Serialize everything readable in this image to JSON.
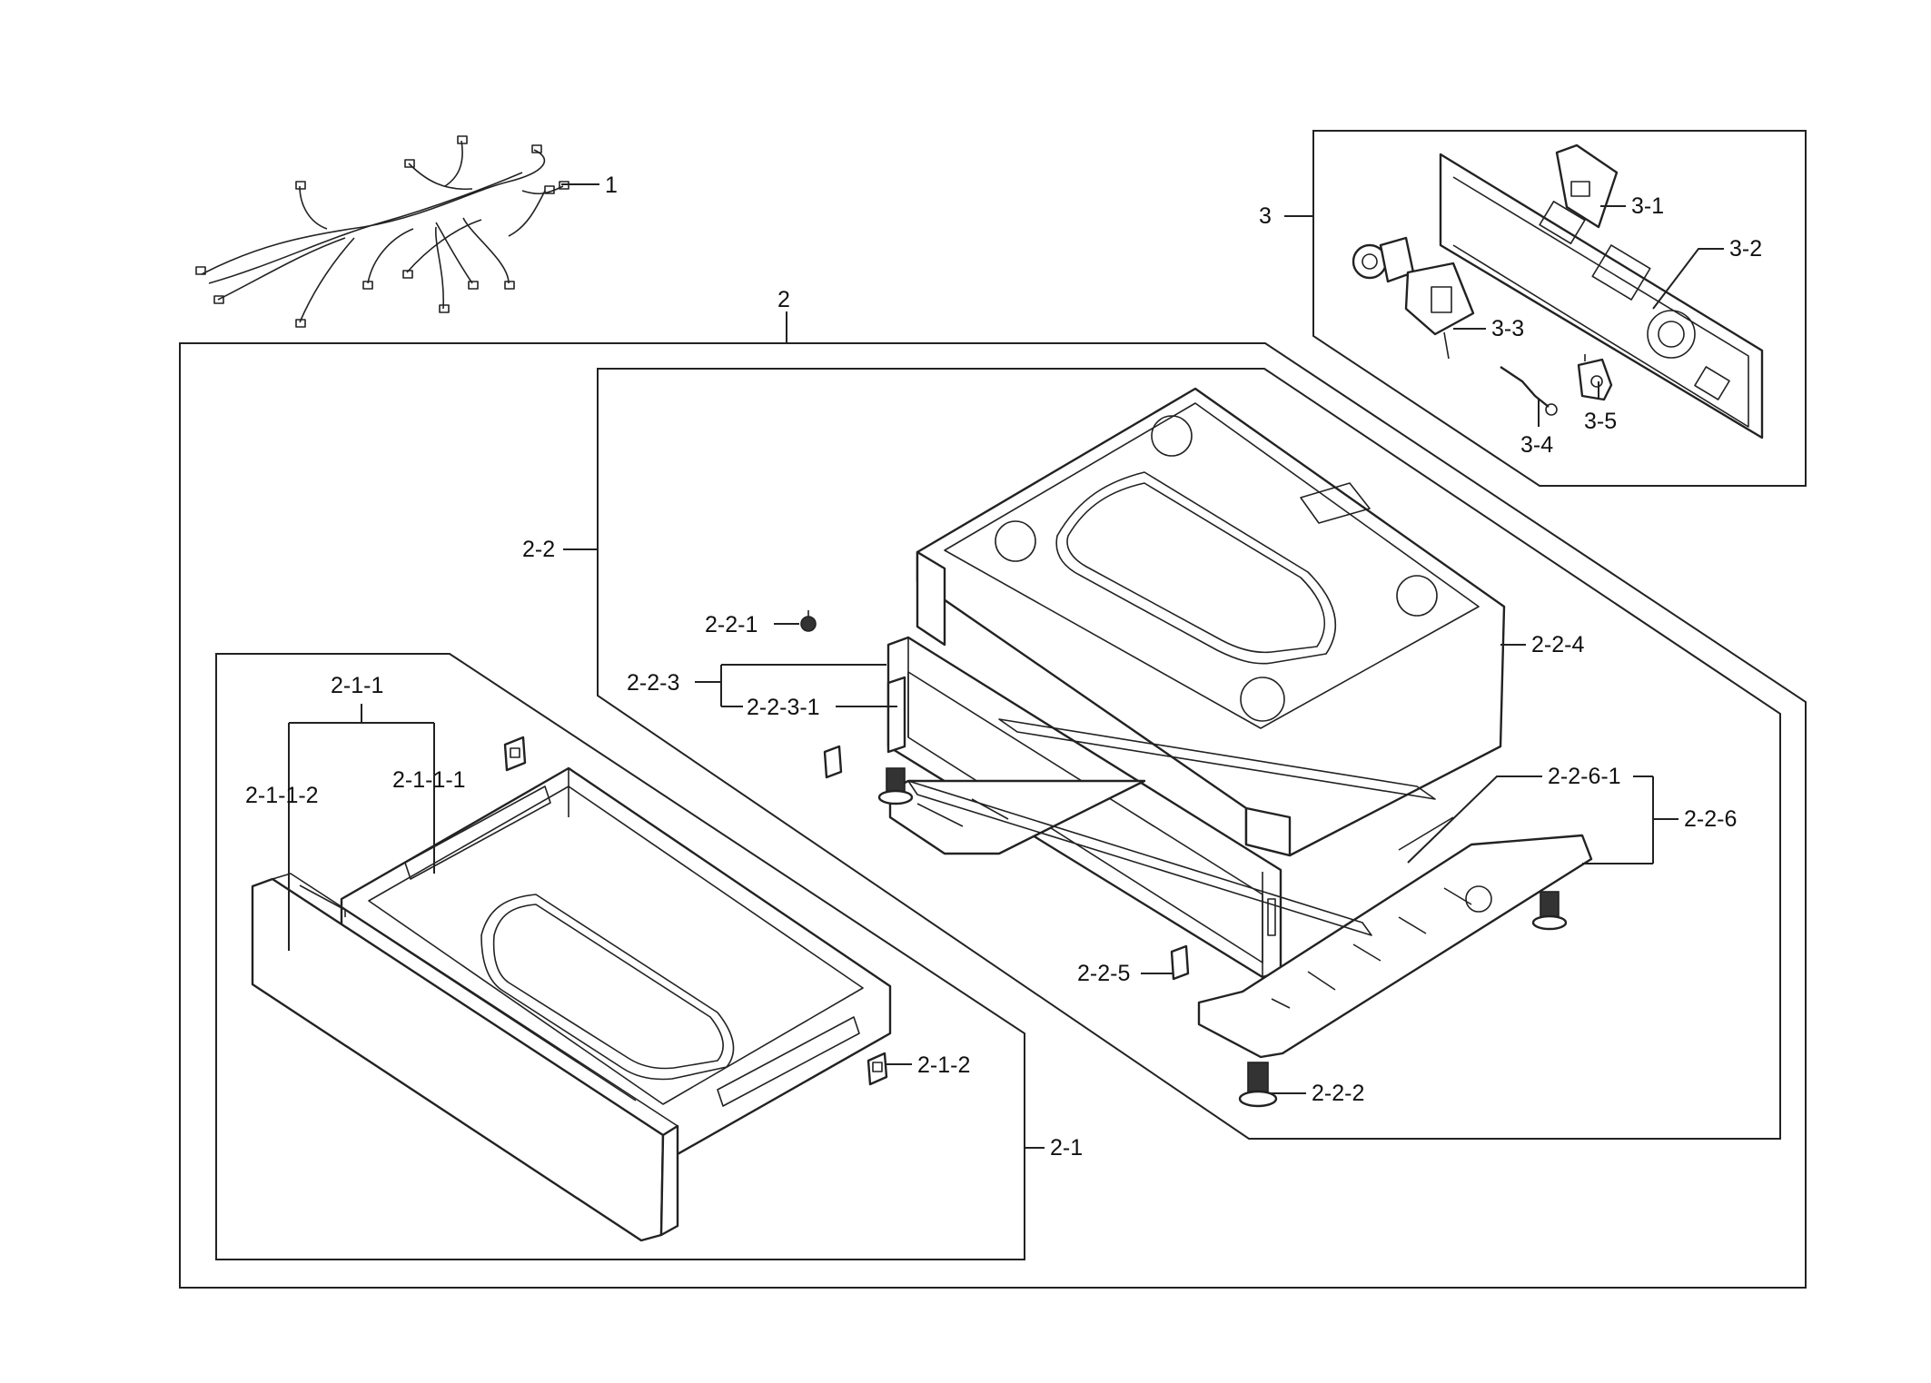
{
  "callouts": {
    "c1": "1",
    "c2": "2",
    "c2_1": "2-1",
    "c2_1_1": "2-1-1",
    "c2_1_1_1": "2-1-1-1",
    "c2_1_1_2": "2-1-1-2",
    "c2_1_2": "2-1-2",
    "c2_2": "2-2",
    "c2_2_1": "2-2-1",
    "c2_2_2": "2-2-2",
    "c2_2_3": "2-2-3",
    "c2_2_3_1": "2-2-3-1",
    "c2_2_4": "2-2-4",
    "c2_2_5": "2-2-5",
    "c2_2_6": "2-2-6",
    "c2_2_6_1": "2-2-6-1",
    "c3": "3",
    "c3_1": "3-1",
    "c3_2": "3-2",
    "c3_3": "3-3",
    "c3_4": "3-4",
    "c3_5": "3-5"
  }
}
